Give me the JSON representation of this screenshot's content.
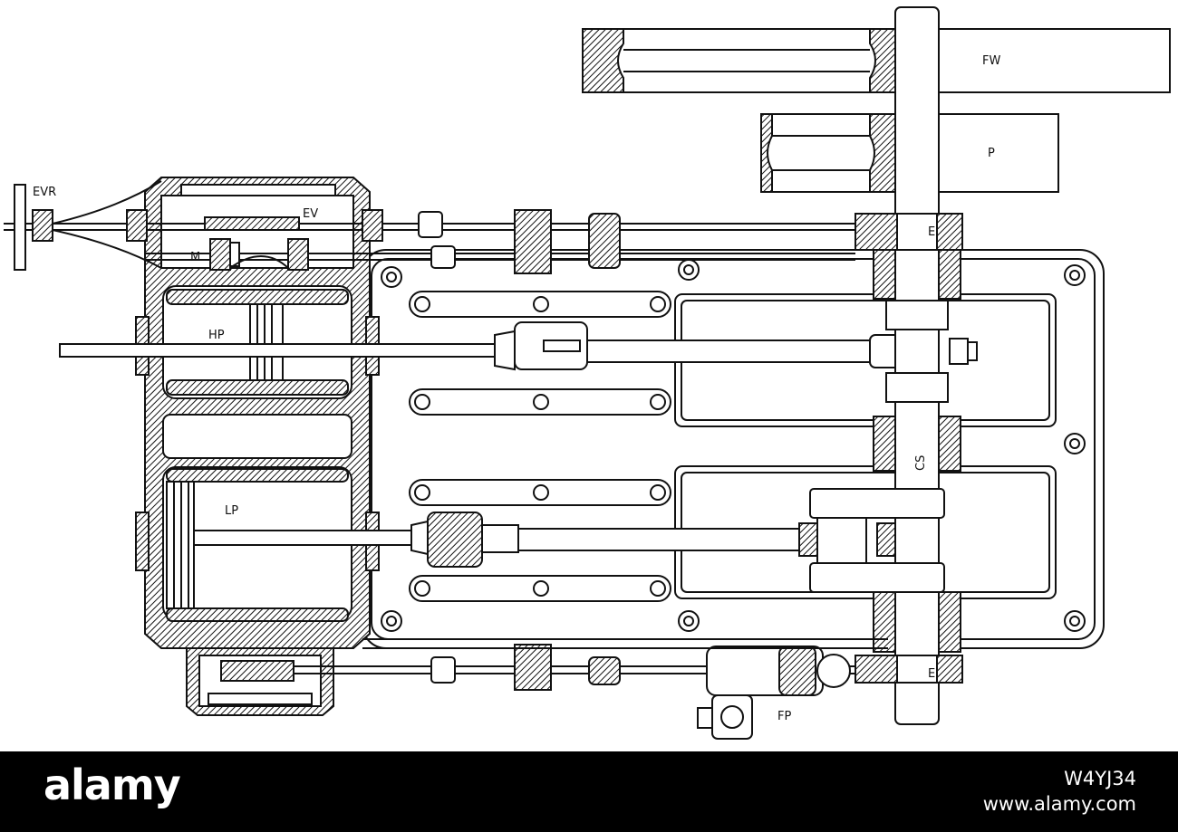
{
  "labels": {
    "evr": "EVR",
    "ev": "EV",
    "m": "M",
    "hp": "HP",
    "lp": "LP",
    "fw": "FW",
    "p": "P",
    "e_top": "E",
    "cs": "CS",
    "e_bottom": "E",
    "fp": "FP"
  },
  "footer": {
    "logo": "alamy",
    "image_id": "W4YJ34",
    "url": "www.alamy.com"
  },
  "colors": {
    "ink": "#111111",
    "paper": "#ffffff",
    "footer_bg": "#000000",
    "footer_text": "#ffffff"
  }
}
